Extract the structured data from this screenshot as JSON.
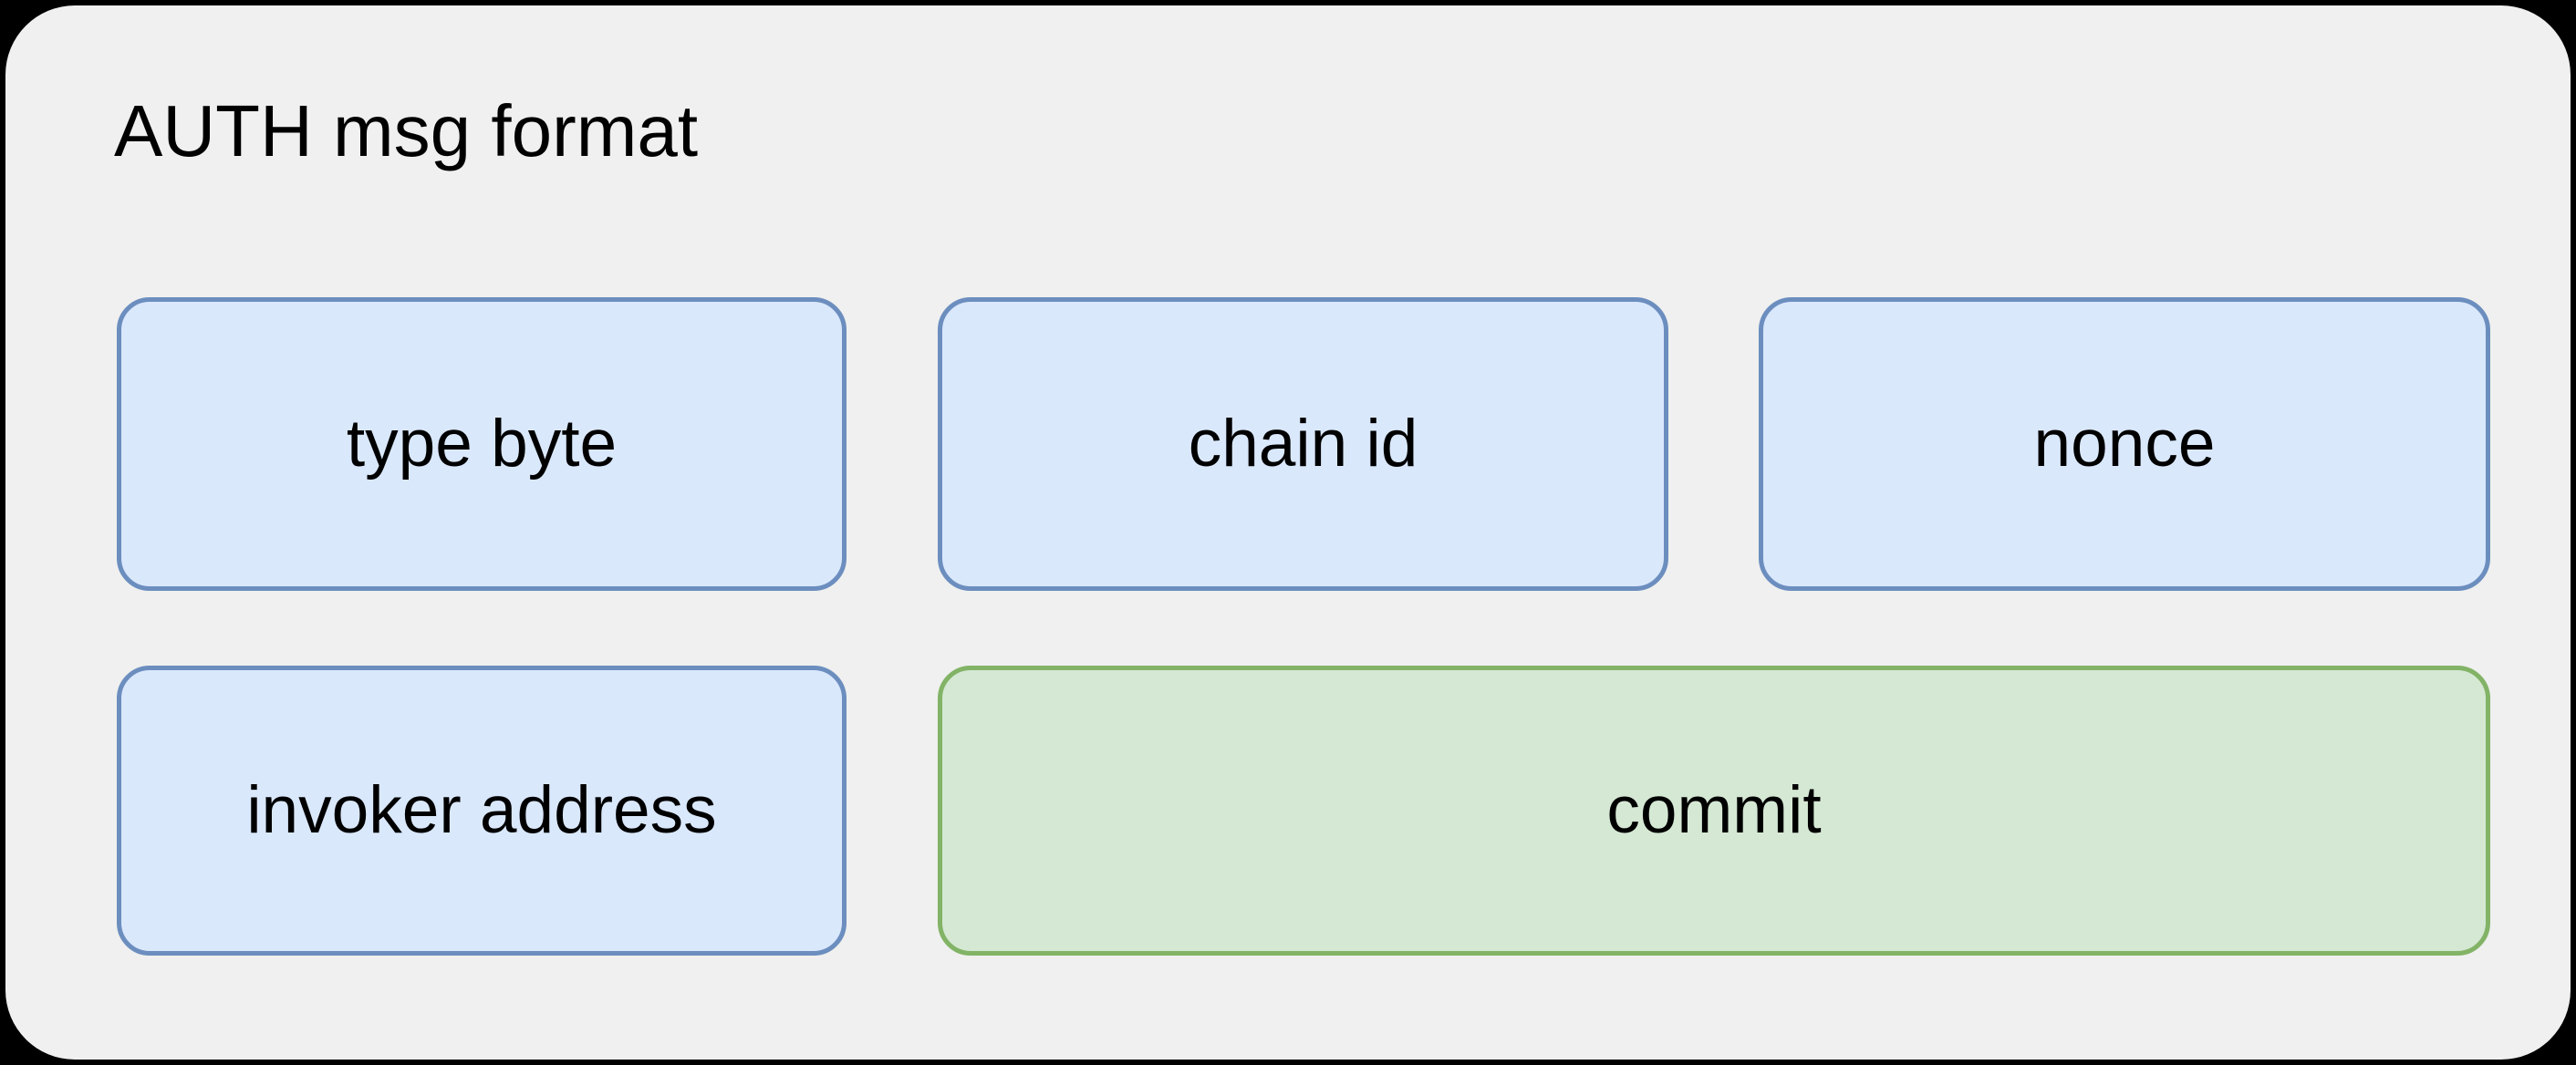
{
  "diagram": {
    "title": "AUTH msg format",
    "background_color": "#000000",
    "panel_color": "#eff0ef",
    "colors": {
      "blue_fill": "#dae8fc",
      "blue_border": "#6c8ebf",
      "green_fill": "#d5e8d4",
      "green_border": "#82b366",
      "text": "#000000"
    },
    "rows": [
      {
        "fields": [
          {
            "label": "type byte",
            "style": "blue"
          },
          {
            "label": "chain id",
            "style": "blue"
          },
          {
            "label": "nonce",
            "style": "blue"
          }
        ]
      },
      {
        "fields": [
          {
            "label": "invoker address",
            "style": "blue"
          },
          {
            "label": "commit",
            "style": "green"
          }
        ]
      }
    ]
  }
}
